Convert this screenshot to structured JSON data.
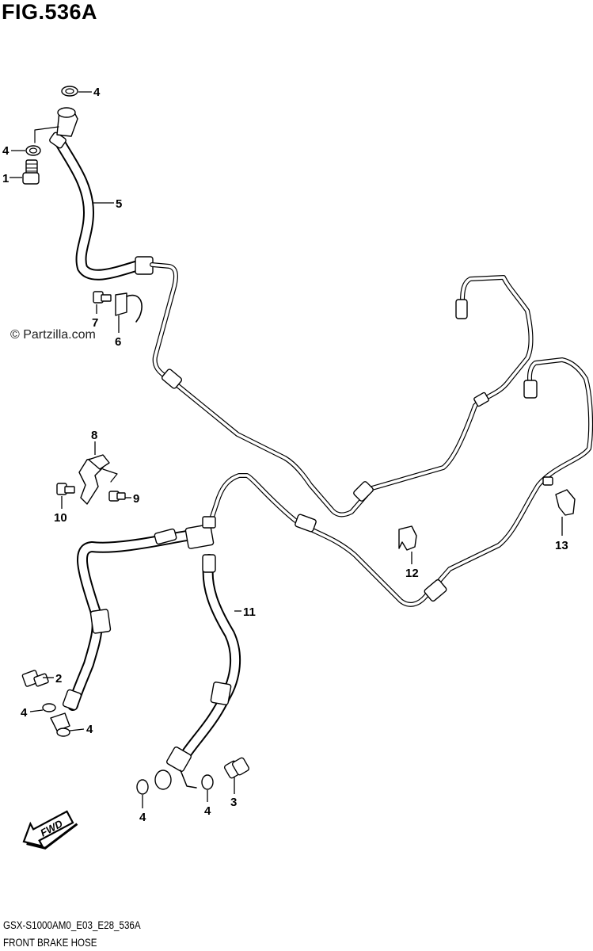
{
  "figure": {
    "title": "FIG.536A",
    "watermark": "© Partzilla.com",
    "model_code": "GSX-S1000AM0_E03_E28_536A",
    "diagram_name": "FRONT BRAKE HOSE",
    "direction_badge": "FWD"
  },
  "callouts": {
    "c1": "1",
    "c2": "2",
    "c3": "3",
    "c4a": "4",
    "c4b": "4",
    "c4c": "4",
    "c4d": "4",
    "c4e": "4",
    "c4f": "4",
    "c5": "5",
    "c6": "6",
    "c7": "7",
    "c8": "8",
    "c9": "9",
    "c10": "10",
    "c11": "11",
    "c12": "12",
    "c13": "13"
  }
}
